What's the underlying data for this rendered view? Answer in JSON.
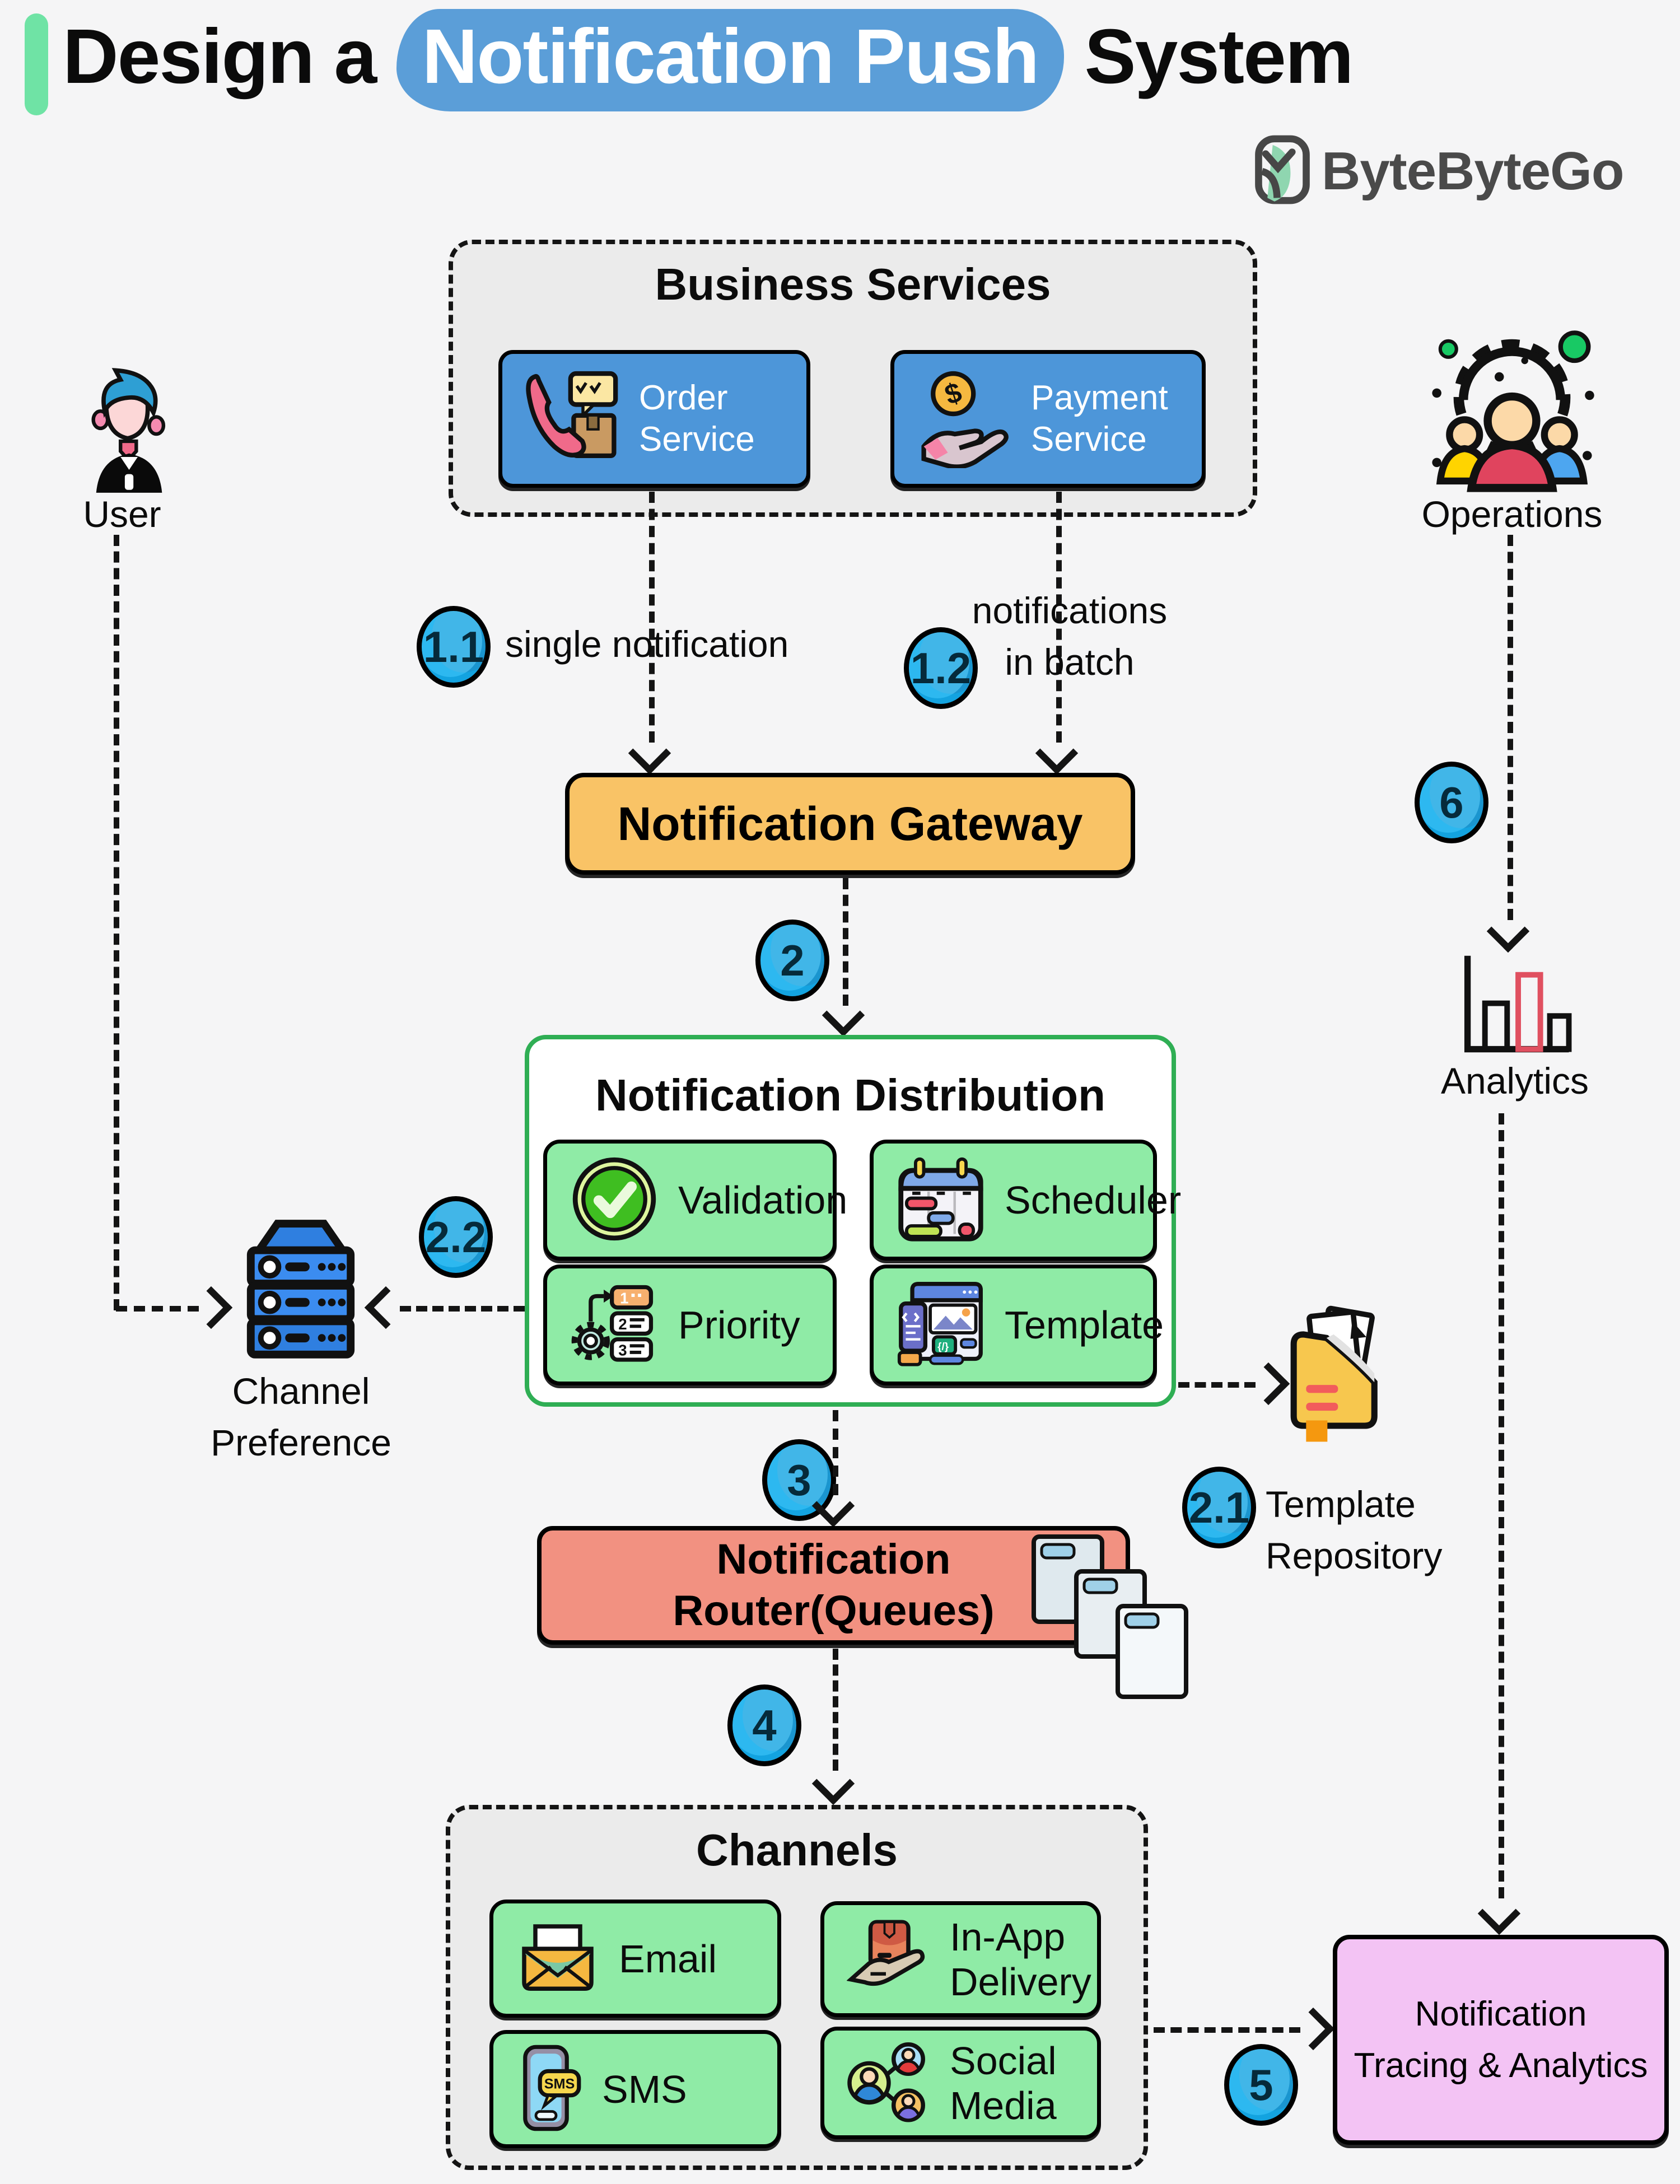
{
  "title": {
    "prefix": "Design a",
    "highlight": "Notification Push",
    "suffix": "System"
  },
  "brand": "ByteByteGo",
  "business": {
    "title": "Business Services",
    "order": "Order Service",
    "payment": "Payment Service"
  },
  "actors": {
    "user": "User",
    "operations": "Operations",
    "analytics": "Analytics"
  },
  "gateway": "Notification Gateway",
  "distribution": {
    "title": "Notification Distribution",
    "validation": "Validation",
    "scheduler": "Scheduler",
    "priority": "Priority",
    "template": "Template"
  },
  "router": {
    "line1": "Notification",
    "line2": "Router(Queues)"
  },
  "channels": {
    "title": "Channels",
    "email": "Email",
    "inapp": "In-App Delivery",
    "sms": "SMS",
    "social": "Social Media"
  },
  "stores": {
    "channel_pref": {
      "line1": "Channel",
      "line2": "Preference"
    },
    "template_repo": {
      "line1": "Template",
      "line2": "Repository"
    }
  },
  "tracing": {
    "line1": "Notification",
    "line2": "Tracing & Analytics"
  },
  "annotations": {
    "single": "single notification",
    "batch1": "notifications",
    "batch2": "in batch"
  },
  "steps": {
    "s1_1": "1.1",
    "s1_2": "1.2",
    "s2": "2",
    "s2_1": "2.1",
    "s2_2": "2.2",
    "s3": "3",
    "s4": "4",
    "s5": "5",
    "s6": "6"
  },
  "icon_glyphs": {
    "dollar": "$",
    "sms": "SMS",
    "p1": "1",
    "p2": "2",
    "p3": "3",
    "code": "{/}"
  },
  "colors": {
    "background": "#f5f5f6",
    "accent": "#6fe3a5",
    "highlight": "#5b9ed8",
    "panel": "#ebebeb",
    "service": "#4d96d9",
    "gateway": "#f9c366",
    "module": "#8feba6",
    "distborder": "#2fae54",
    "router": "#f29181",
    "tracing": "#f3c3f4",
    "circle": "#41b6e8",
    "line": "#141414"
  }
}
